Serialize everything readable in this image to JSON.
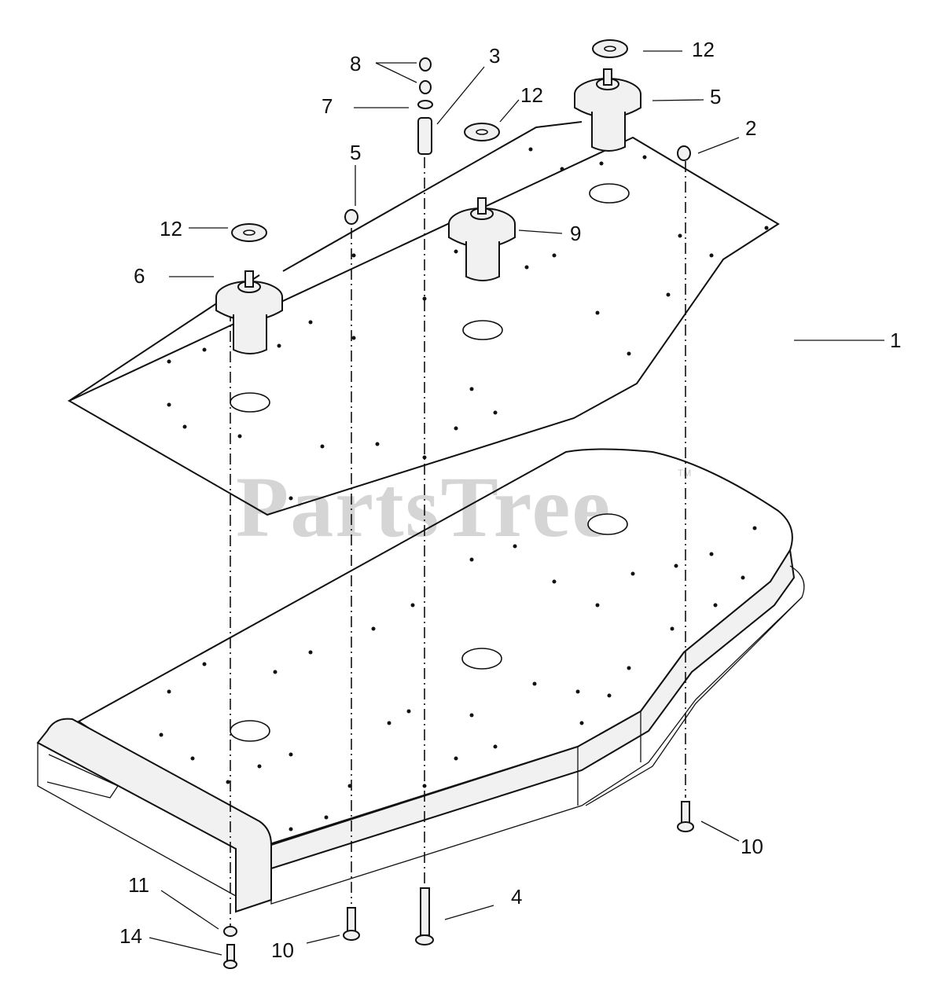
{
  "watermark": {
    "text": "PartsTree",
    "trademark": "TM"
  },
  "callouts": [
    {
      "id": "c1",
      "label": "1"
    },
    {
      "id": "c2",
      "label": "2"
    },
    {
      "id": "c3",
      "label": "3"
    },
    {
      "id": "c4",
      "label": "4"
    },
    {
      "id": "c5a",
      "label": "5"
    },
    {
      "id": "c5b",
      "label": "5"
    },
    {
      "id": "c6",
      "label": "6"
    },
    {
      "id": "c7",
      "label": "7"
    },
    {
      "id": "c8",
      "label": "8"
    },
    {
      "id": "c9",
      "label": "9"
    },
    {
      "id": "c10a",
      "label": "10"
    },
    {
      "id": "c10b",
      "label": "10"
    },
    {
      "id": "c11",
      "label": "11"
    },
    {
      "id": "c12a",
      "label": "12"
    },
    {
      "id": "c12b",
      "label": "12"
    },
    {
      "id": "c12c",
      "label": "12"
    },
    {
      "id": "c14",
      "label": "14"
    }
  ],
  "colors": {
    "ink": "#111111",
    "watermark": "#c8c8c8",
    "background": "#ffffff"
  }
}
